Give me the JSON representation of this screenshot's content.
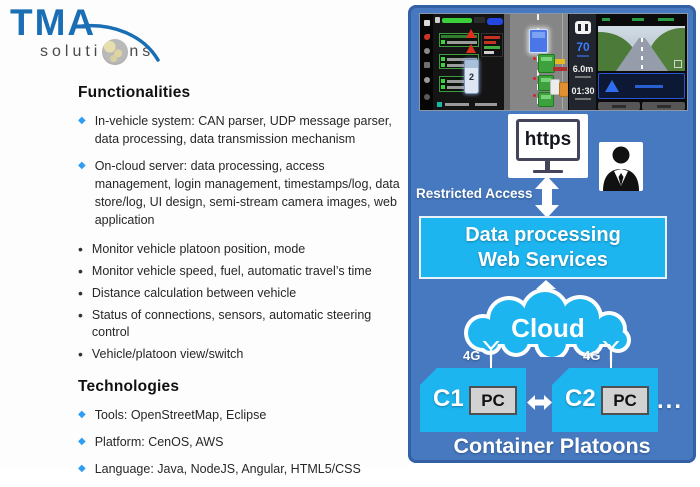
{
  "logo": {
    "tma": "TMA",
    "solutions_prefix": "soluti",
    "solutions_suffix": "ns"
  },
  "bullets": {
    "diamond": "◆",
    "dot": "•"
  },
  "functionalities": {
    "heading": "Functionalities",
    "diamond_items": [
      "In-vehicle system: CAN parser, UDP message parser, data processing, data transmission mechanism",
      "On-cloud server: data processing, access management, login management, timestamps/log, data store/log, UI design, semi-stream camera images, web application"
    ],
    "dot_items": [
      "Monitor vehicle platoon position, mode",
      "Monitor vehicle speed, fuel, automatic travel’s time",
      "Distance calculation between vehicle",
      "Status of connections, sensors, automatic steering control",
      "Vehicle/platoon view/switch"
    ]
  },
  "technologies": {
    "heading": "Technologies",
    "diamond_items": [
      "Tools: OpenStreetMap, Eclipse",
      "Platform: CenOS, AWS",
      "Language: Java, NodeJS, Angular, HTML5/CSS"
    ]
  },
  "diagram": {
    "https_label": "https",
    "restricted_access": "Restricted Access",
    "web_services_line1": "Data processing",
    "web_services_line2": "Web Services",
    "cloud_label": "Cloud",
    "g4_left": "4G",
    "g4_right": "4G",
    "c1_label": "C1",
    "c2_label": "C2",
    "pc_label": "PC",
    "ellipsis": "...",
    "container_platoons": "Container Platoons",
    "dashboard": {
      "speed": "70",
      "target_distance": "6.0m",
      "travel_time": "01:30",
      "vehicle_number": "2"
    }
  },
  "colors": {
    "tma_blue": "#1a6eb4",
    "panel_blue": "#4779c1",
    "cyan": "#1db5f0",
    "bullet_blue": "#2e9df2"
  }
}
